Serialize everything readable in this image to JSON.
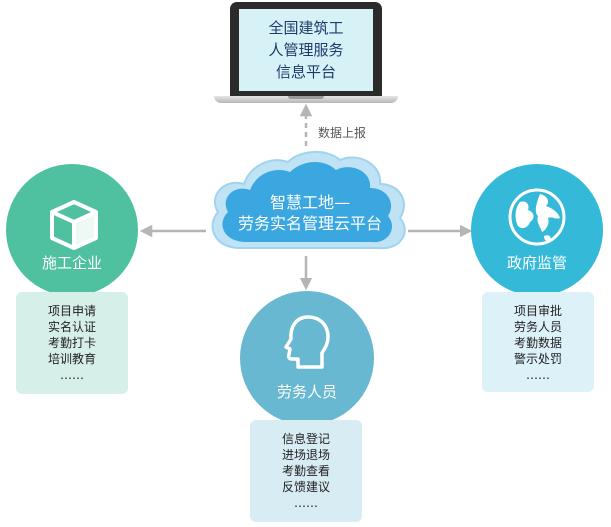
{
  "laptop": {
    "lines": [
      "全国建筑工",
      "人管理服务",
      "信息平台"
    ]
  },
  "upload_label": "数据上报",
  "cloud": {
    "lines": [
      "智慧工地—",
      "劳务实名管理云平台"
    ]
  },
  "left_node": {
    "label": "施工企业",
    "items": [
      "项目申请",
      "实名认证",
      "考勤打卡",
      "培训教育",
      "……"
    ]
  },
  "right_node": {
    "label": "政府监管",
    "items": [
      "项目审批",
      "劳务人员",
      "考勤数据",
      "警示处罚",
      "……"
    ]
  },
  "bottom_node": {
    "label": "劳务人员",
    "items": [
      "信息登记",
      "进场退场",
      "考勤查看",
      "反馈建议",
      "……"
    ]
  },
  "colors": {
    "enterprise": "#4fc0a0",
    "government": "#35b9d8",
    "worker": "#67b8d0",
    "cloud": "#3aa7e0",
    "arrow": "#b5b5b5"
  }
}
